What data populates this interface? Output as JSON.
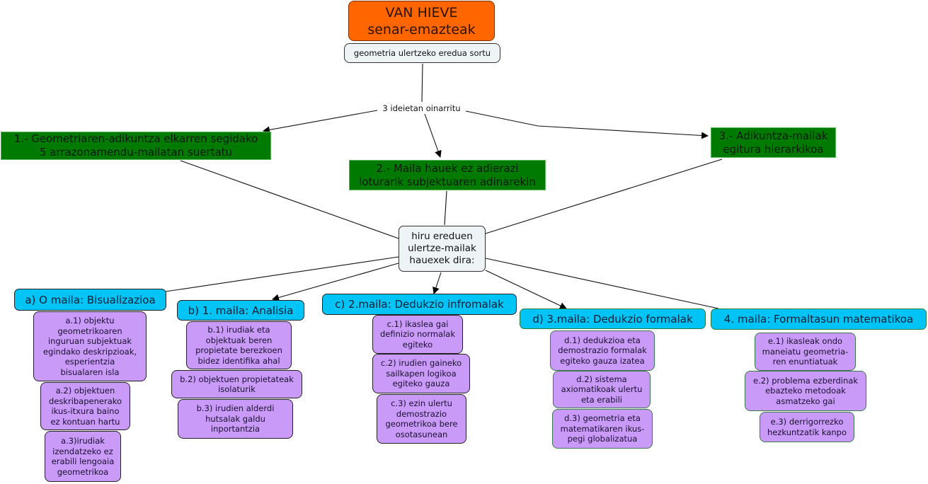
{
  "title": {
    "line1": "VAN HIEVE",
    "line2": "senar-emazteak"
  },
  "subtitle": "geometria ulertzeko eredua sortu",
  "link_label": "3 ideietan oinarritu",
  "ideas": [
    {
      "text": "1.- Geometriaren-adikuntza elkarren segidako\n5 arrazonamendu-mailatan suertatu"
    },
    {
      "text": "2.- Maila hauek ez adierazi\nloturarik subjektuaren adinarekin"
    },
    {
      "text": "3.- Adikuntza-mailak\negitura hierarkikoa"
    }
  ],
  "center": "hiru ereduen\nulertze-mailak\nhauexek dira:",
  "levels": [
    {
      "label": "a) O maila: Bisualizazioa",
      "items": [
        "a.1) objektu\ngeometrikoaren\ninguruan subjektuak\negindako deskripzioak,\nesperientzia\nbisualaren isla",
        "a.2) objektuen\ndeskribapenerako\nikus-itxura baino\nez kontuan hartu",
        "a.3)irudiak\nizendatzeko ez\nerabili lengoaia\ngeometrikoa"
      ]
    },
    {
      "label": "b) 1. maila: Analisia",
      "items": [
        "b.1) irudiak eta\nobjektuak beren\npropietate berezkoen\nbidez identifika ahal",
        "b.2) objektuen propietateak\nisolaturik",
        "b.3) irudien alderdi\nhutsalak galdu\ninportantzia"
      ]
    },
    {
      "label": "c) 2.maila: Dedukzio infromalak",
      "items": [
        "c.1) ikaslea gai\ndefinizio normalak\negiteko",
        "c.2) irudien gaineko\nsailkapen logikoa\negiteko gauza",
        "c.3) ezin ulertu\ndemostrazio\ngeometrikoa bere\nosotasunean"
      ]
    },
    {
      "label": "d) 3.maila: Dedukzio formalak",
      "items": [
        "d.1) dedukzioa eta\ndemostrazio formalak\negiteko gauza izatea",
        "d.2) sistema\naxiomatikoak ulertu\neta erabili",
        "d.3) geometria eta\nmatematikaren ikus-\npegi globalizatua"
      ]
    },
    {
      "label": "4. maila: Formaltasun matematikoa",
      "items": [
        "e.1) ikasleak ondo\nmaneiatu geometria-\nren enuntiatuak",
        "e.2) problema ezberdinak\nebazteko metodoak\nasmatzeko gai",
        "e.3) derrigorrezko\nhezkuntzatik kanpo"
      ]
    }
  ],
  "colors": {
    "title_bg": "#ff6600",
    "idea_bg": "#007a00",
    "level_bg": "#00c4f5",
    "item_bg": "#c99af7",
    "neutral_bg": "#eef3f5"
  }
}
